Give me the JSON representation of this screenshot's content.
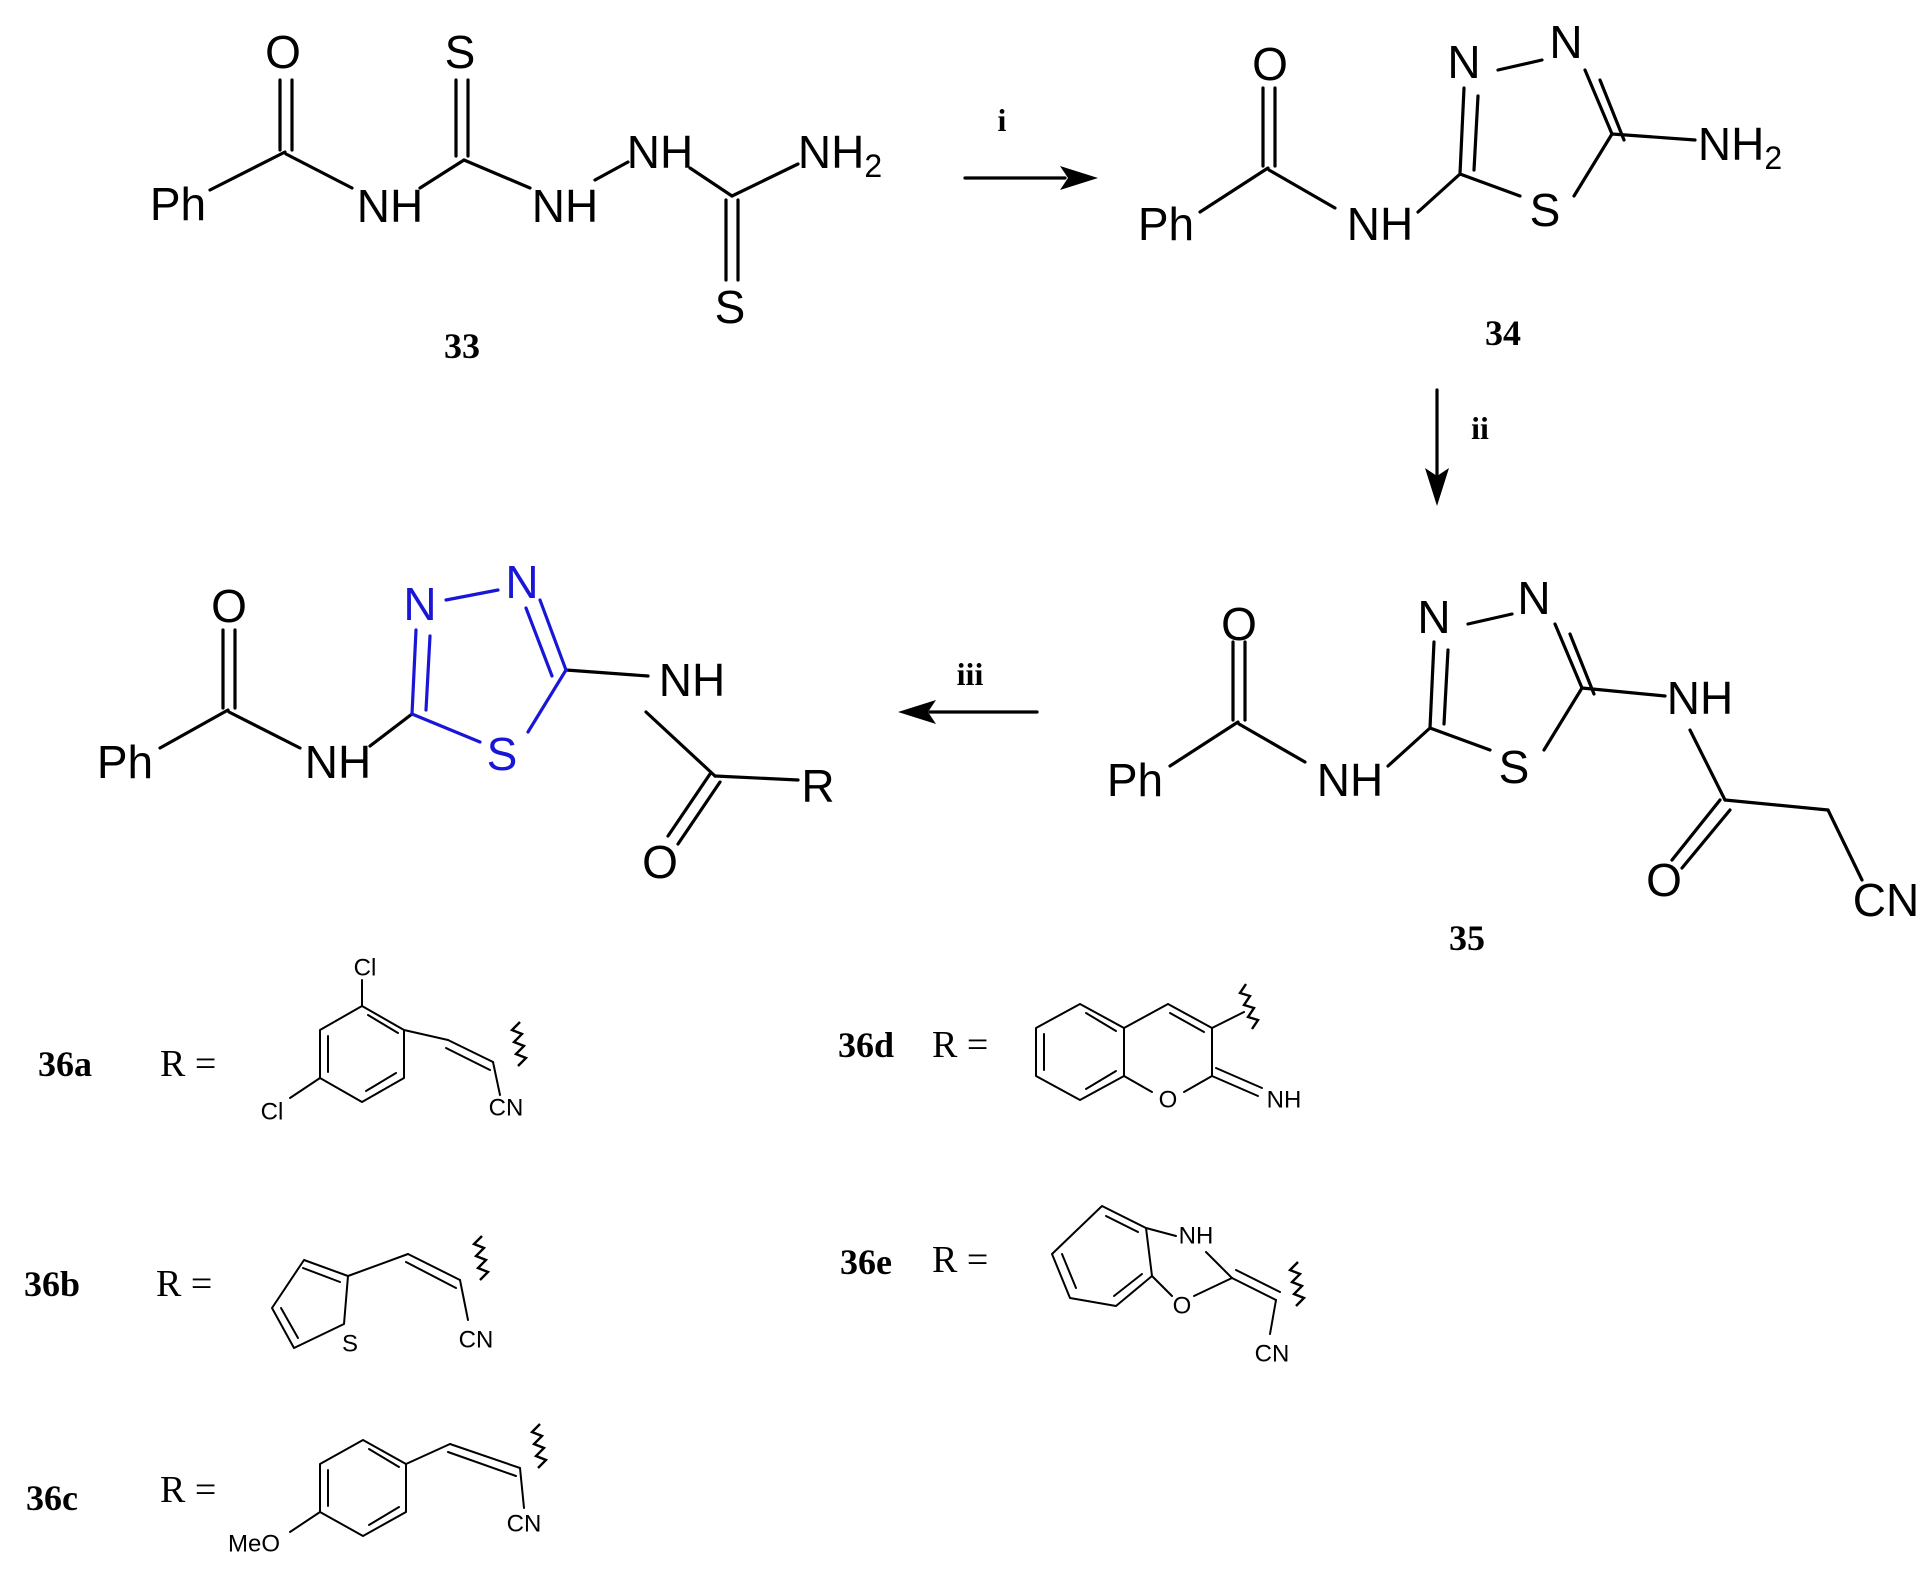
{
  "compounds": {
    "c33": "33",
    "c34": "34",
    "c35": "35",
    "c36a": "36a",
    "c36b": "36b",
    "c36c": "36c",
    "c36d": "36d",
    "c36e": "36e"
  },
  "reagents": {
    "step1": "i",
    "step2": "ii",
    "step3": "iii"
  },
  "atoms": {
    "O": "O",
    "S": "S",
    "N": "N",
    "Ph": "Ph",
    "NH": "NH",
    "NH2_base": "NH",
    "sub2": "2",
    "CN": "CN",
    "R": "R",
    "Cl": "Cl",
    "MeO": "MeO",
    "NH_small": "NH",
    "O_small": "O",
    "S_small": "S",
    "NH_imine": "NH"
  },
  "r_label": "R =",
  "colors": {
    "thiadiazole_highlight": "#1a16d6",
    "ink": "#000000"
  }
}
